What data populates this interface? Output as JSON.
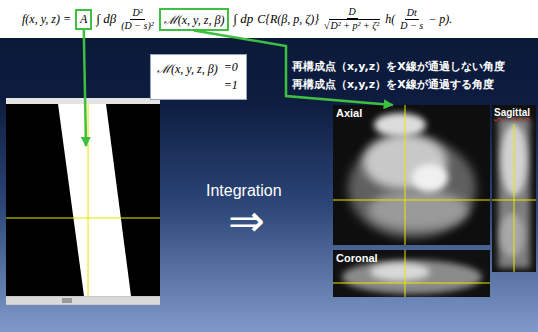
{
  "diagram": {
    "nodes": [
      {
        "text": [
          "A"
        ]
      },
      {
        "text": [
          "ℳ(x, y, z, β)"
        ]
      },
      {
        "text": [
          "ℳ(x, y, z, β)",
          "=0",
          "=1"
        ]
      },
      {
        "text": [
          "Axial"
        ]
      },
      {
        "text": [
          "Sagittal"
        ]
      },
      {
        "text": [
          "Coronal"
        ]
      }
    ],
    "edges": [
      {
        "from": 1,
        "to": 3,
        "arrow": "to"
      }
    ],
    "labels": [
      "f(x, y, z) =",
      "∫ dβ",
      "D²",
      "(D − s)²",
      "∫ dp",
      "C{R(β, p, ζ)}",
      "D",
      "√",
      "D² + p² + ζ²",
      "h(",
      "Dt",
      "D − s",
      "− p).",
      "再構成点（x,y,z）をX線が通過しない角度",
      "再構成点（x,y,z）をX線が通過する角度",
      "Integration",
      "⇒"
    ]
  }
}
